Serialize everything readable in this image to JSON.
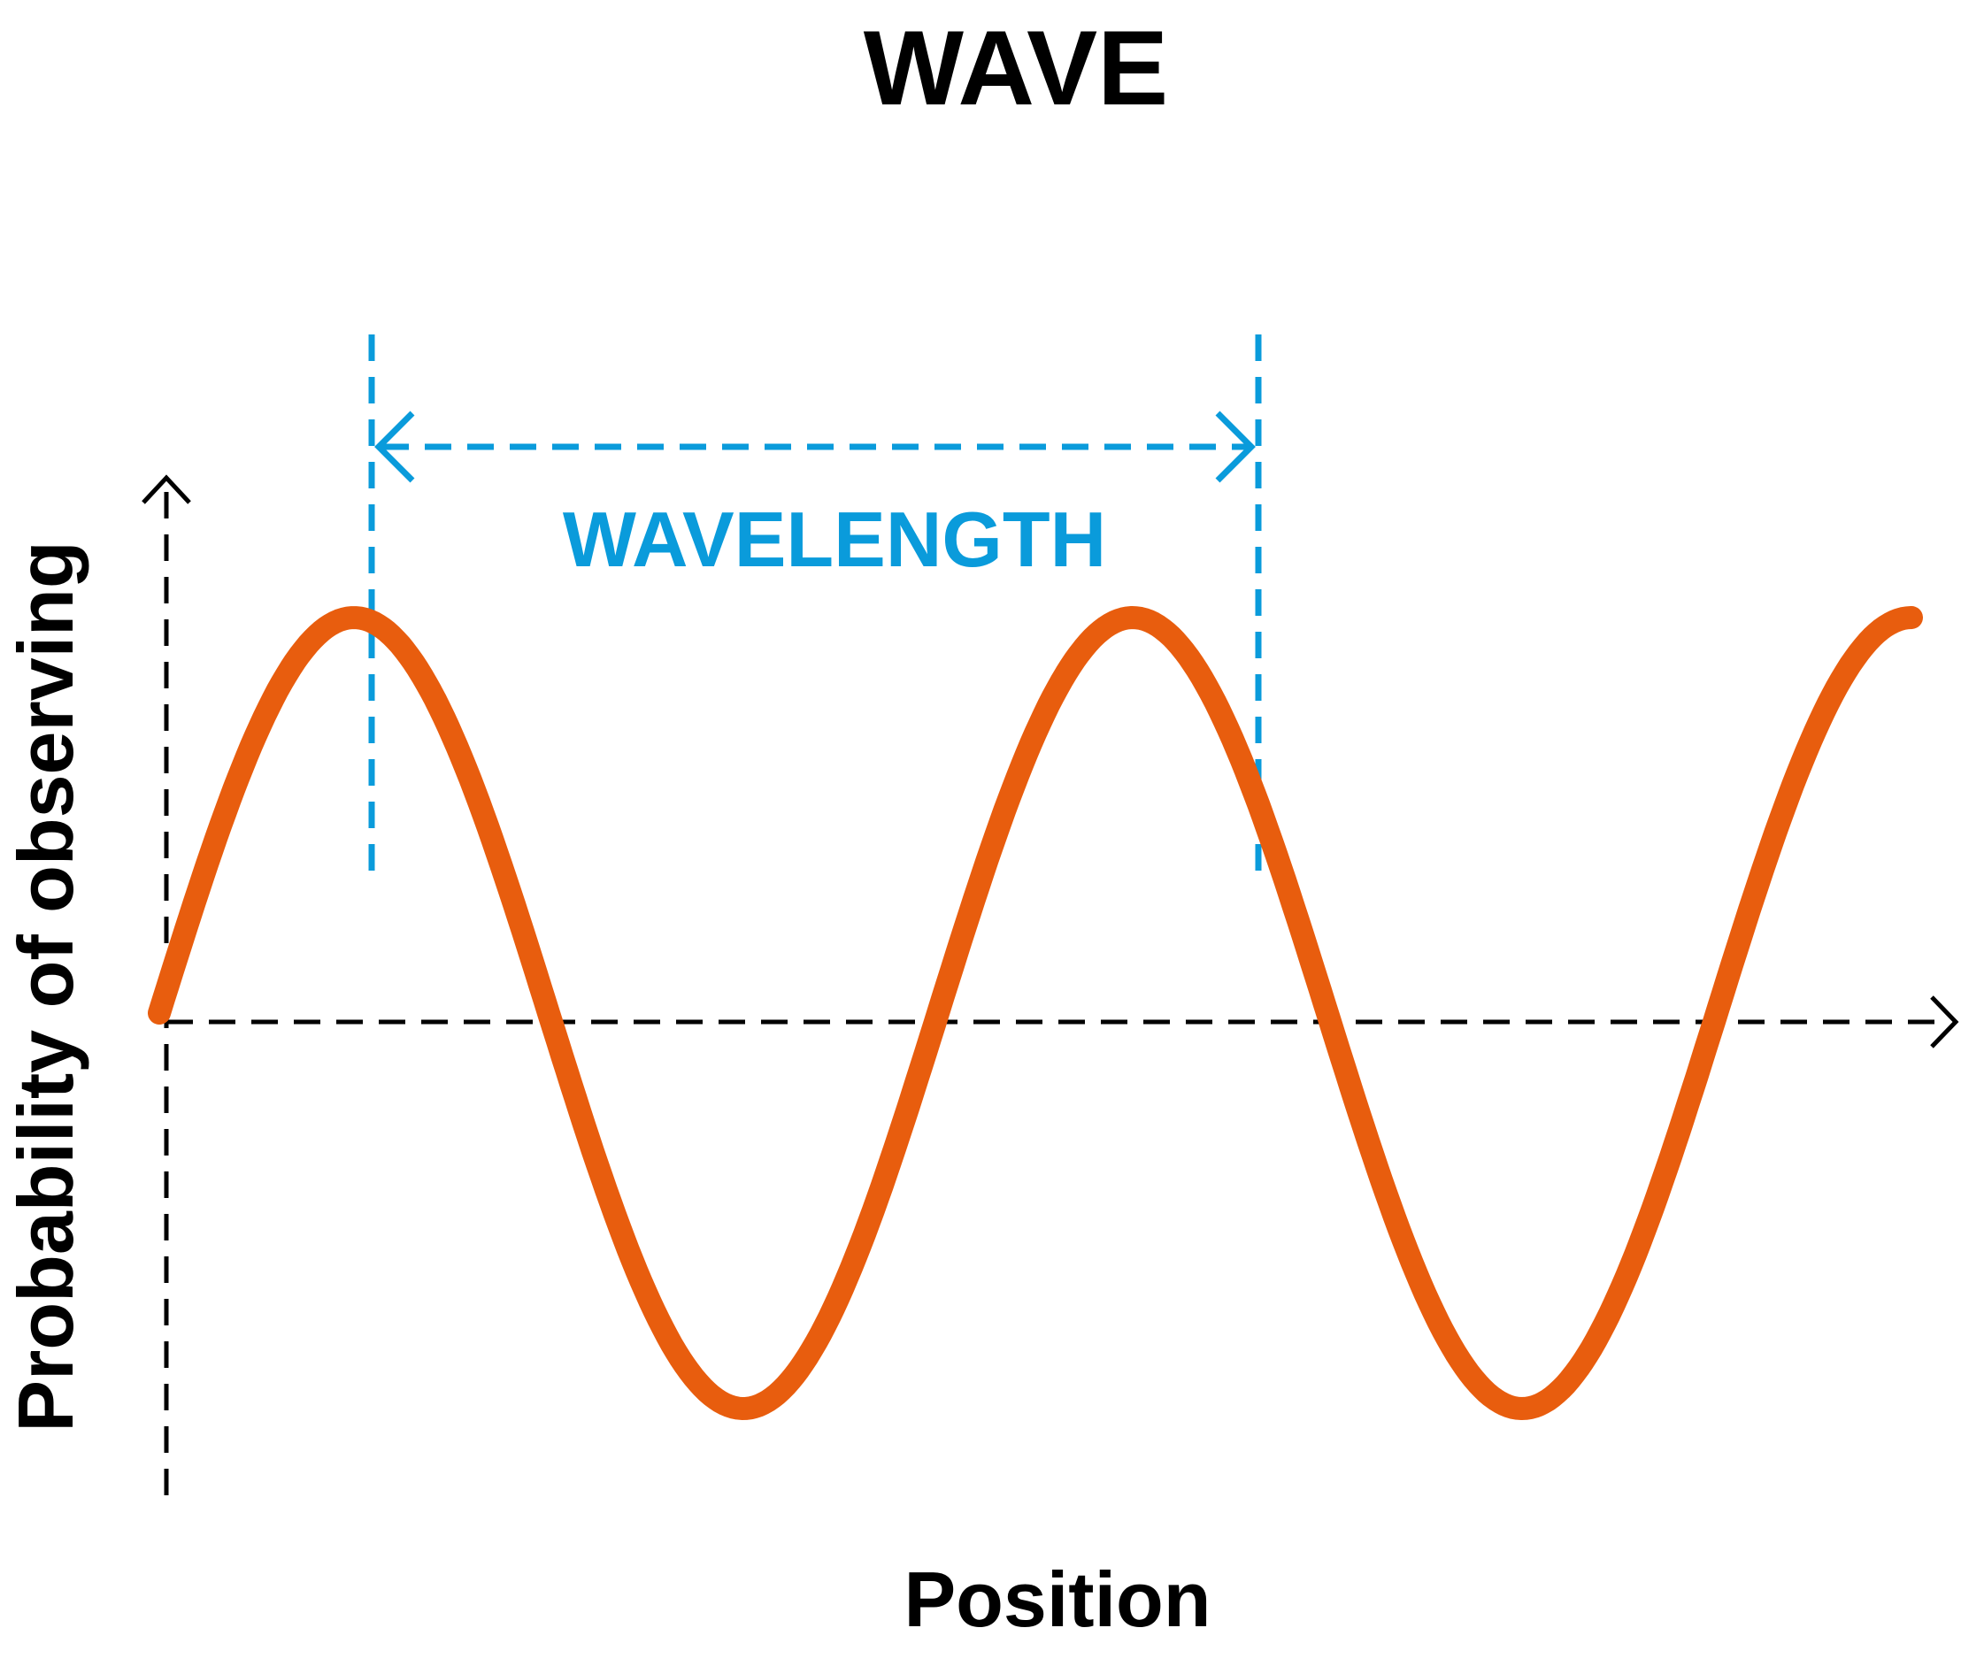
{
  "title": "WAVE",
  "wavelength_label": "WAVELENGTH",
  "xlabel": "Position",
  "ylabel": "Probability of observing",
  "colors": {
    "wave": "#E85D0E",
    "wavelength": "#0A9BDB",
    "axis": "#000000",
    "text": "#000000"
  },
  "chart_data": {
    "type": "line",
    "series": [
      {
        "function": "sine",
        "cycles": 2.25,
        "phase_start": 0,
        "phase_end": 2.25
      }
    ],
    "annotations": [
      {
        "type": "wavelength",
        "from_peak": 1,
        "to_peak": 2
      }
    ]
  }
}
